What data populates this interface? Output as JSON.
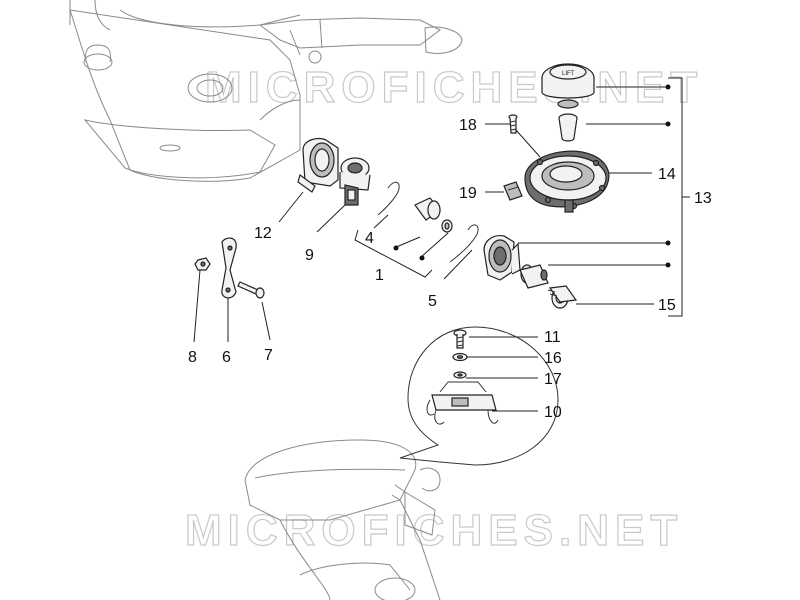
{
  "watermark": {
    "top": "MICROFICHES.NET",
    "bottom": "MICROFICHES.NET"
  },
  "cap_text": "LIFT",
  "labels": {
    "p1": "1",
    "p4": "4",
    "p5": "5",
    "p6": "6",
    "p7": "7",
    "p8": "8",
    "p9": "9",
    "p10": "10",
    "p11": "11",
    "p12": "12",
    "p13": "13",
    "p14": "14",
    "p15": "15",
    "p16": "16",
    "p17": "17",
    "p18": "18",
    "p19": "19"
  }
}
